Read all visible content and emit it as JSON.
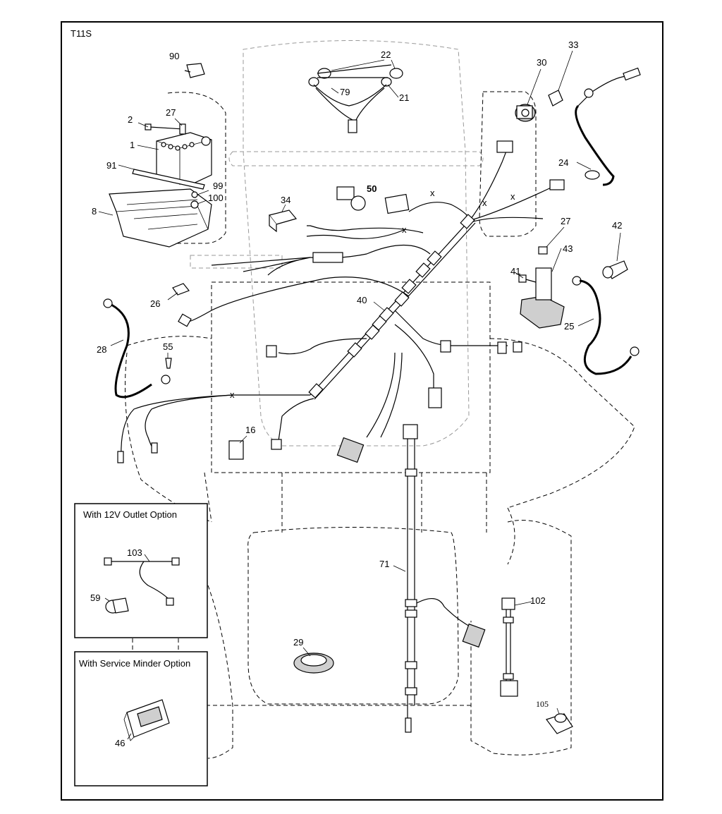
{
  "diagram": {
    "code": "T11S",
    "callouts": {
      "p1": "1",
      "p2": "2",
      "p8": "8",
      "p16": "16",
      "p21": "21",
      "p22": "22",
      "p24": "24",
      "p25": "25",
      "p26": "26",
      "p27a": "27",
      "p27b": "27",
      "p28": "28",
      "p29": "29",
      "p30": "30",
      "p33": "33",
      "p34": "34",
      "p40": "40",
      "p41": "41",
      "p42": "42",
      "p43": "43",
      "p46": "46",
      "p50": "50",
      "p55": "55",
      "p59": "59",
      "p71": "71",
      "p79": "79",
      "p90": "90",
      "p91": "91",
      "p99": "99",
      "p100": "100",
      "p102": "102",
      "p103": "103",
      "p105": "105"
    },
    "insets": {
      "outlet_title": "With 12V Outlet Option",
      "minder_title": "With Service Minder Option"
    }
  }
}
